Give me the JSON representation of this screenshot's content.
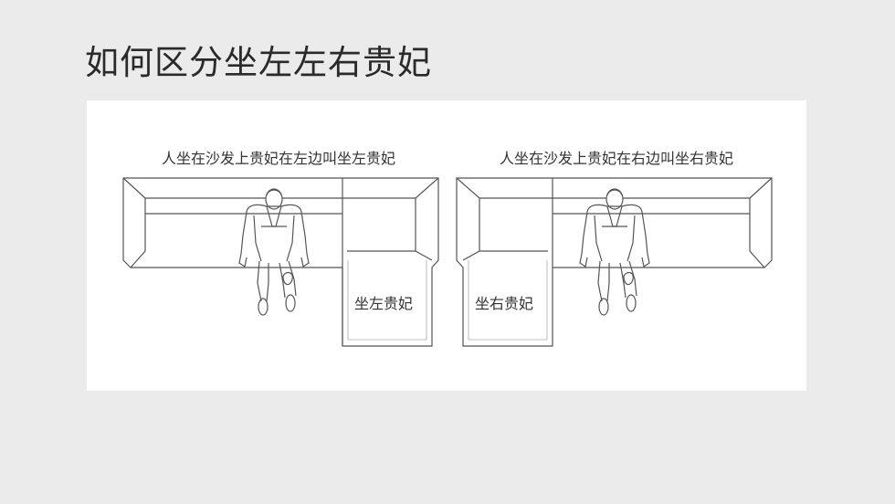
{
  "title": "如何区分坐左左右贵妃",
  "diagrams": [
    {
      "caption": "人坐在沙发上贵妃在左边叫坐左贵妃",
      "chaise_label": "坐左贵妃"
    },
    {
      "caption": "人坐在沙发上贵妃在右边叫坐右贵妃",
      "chaise_label": "坐右贵妃"
    }
  ],
  "colors": {
    "background": "#ebebeb",
    "panel": "#ffffff",
    "line": "#555555"
  }
}
